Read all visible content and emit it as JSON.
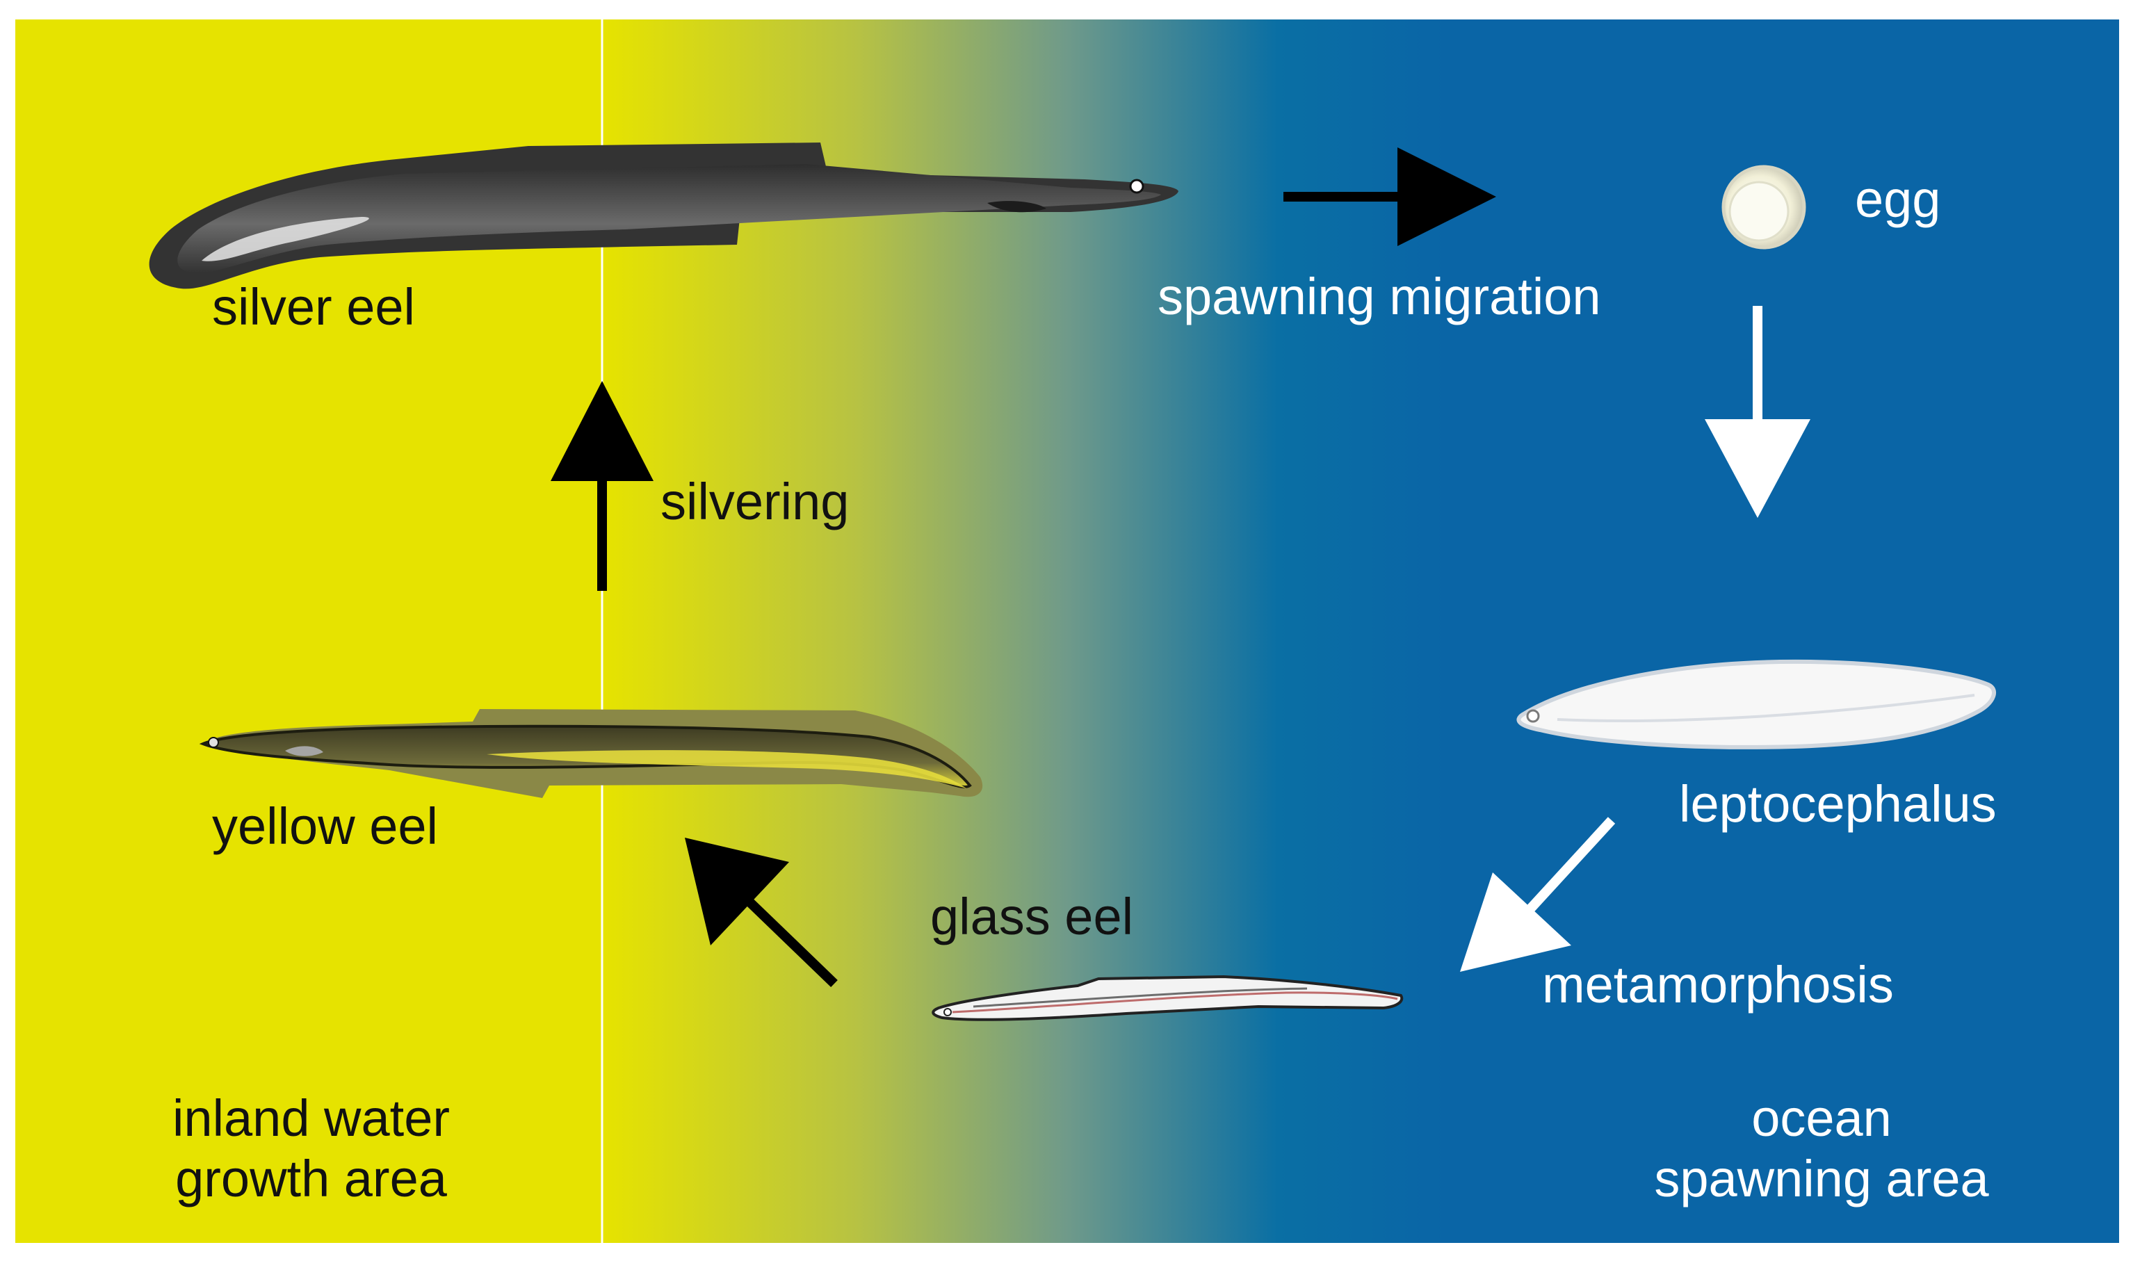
{
  "stages": {
    "silver_eel": "silver eel",
    "yellow_eel": "yellow eel",
    "glass_eel": "glass eel",
    "egg": "egg",
    "leptocephalus": "leptocephalus"
  },
  "transitions": {
    "silvering": "silvering",
    "spawning_migration": "spawning migration",
    "metamorphosis": "metamorphosis"
  },
  "regions": {
    "inland": {
      "line1": "inland water",
      "line2": "growth area"
    },
    "ocean": {
      "line1": "ocean",
      "line2": "spawning area"
    }
  },
  "colors": {
    "inland_yellow": "#e6e300",
    "ocean_blue": "#0a65a6",
    "dark_arrow": "#000000",
    "light_arrow": "#ffffff",
    "silver_eel": "#4a4a4a",
    "yellow_eel": "#4b4a2e"
  },
  "icons": [
    "up-arrow",
    "right-arrow",
    "down-arrow",
    "down-left-arrow",
    "up-left-arrow"
  ]
}
